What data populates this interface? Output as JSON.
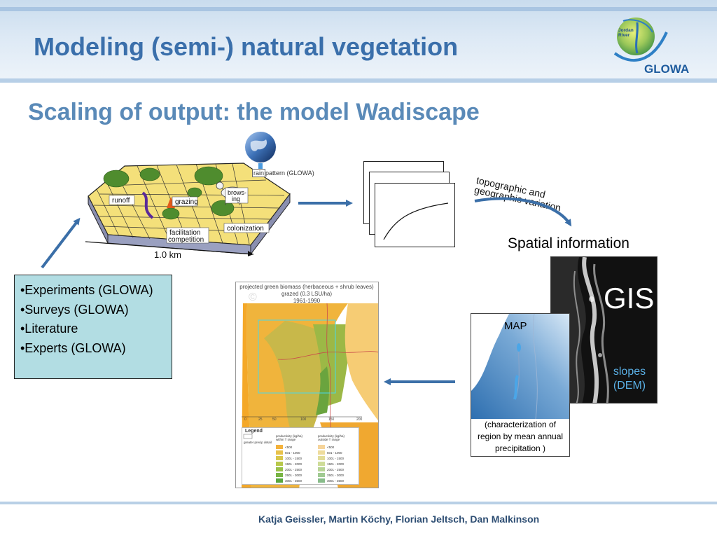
{
  "header": {
    "title": "Modeling (semi-) natural vegetation",
    "logo": {
      "text": "GLOWA",
      "caption_line1": "Jordan",
      "caption_line2": "River"
    }
  },
  "subtitle": "Scaling of output: the model Wadiscape",
  "model_figure": {
    "labels": {
      "runoff": "runoff",
      "grazing": "grazing",
      "browsing": "brows-\ning",
      "colonization": "colonization",
      "facilitation": "facilitation",
      "competition": "competition",
      "rain": "rain",
      "rain_suffix": "pattern (GLOWA)"
    },
    "scale_label": "1.0 km"
  },
  "curve_arrow_label": {
    "line1": "topographic and",
    "line2": "geographic variation"
  },
  "spatial_information": "Spatial information",
  "gis": {
    "label": "GIS",
    "slopes_line1": "slopes",
    "slopes_line2": "(DEM)"
  },
  "map_panel": {
    "label": "MAP",
    "caption": "(characterization of region by mean annual precipitation )"
  },
  "input_sources": [
    "•Experiments (GLOWA)",
    "•Surveys (GLOWA)",
    "•Literature",
    "•Experts (GLOWA)"
  ],
  "result_map": {
    "title_line1": "projected green biomass (herbaceous + shrub leaves)",
    "title_line2": "grazed (0.3 LSU/ha)",
    "title_line3": "1961-1990",
    "copyright": "©",
    "legend": {
      "title": "Legend",
      "col1_header": "productivity (kg/ha) within T range",
      "col2_header": "productivity (kg/ha) outside T range",
      "row_label": "greater precip detail",
      "ranges": [
        "<500",
        "501 - 1000",
        "1001 - 1500",
        "1501 - 2000",
        "2001 - 2500",
        "2501 - 3000",
        "3001 - 3500"
      ],
      "colors_within": [
        "#f4b23c",
        "#e8c24a",
        "#d8c64a",
        "#b8c84a",
        "#98c048",
        "#78b444",
        "#58a63e"
      ],
      "colors_outside": [
        "#f6d49a",
        "#eedc9c",
        "#e2dc98",
        "#cedc98",
        "#b8d496",
        "#a0ca92",
        "#88bc8a"
      ]
    },
    "scale_ticks": [
      "0",
      "25",
      "50",
      "100",
      "150",
      "200"
    ]
  },
  "footer": {
    "credit": "Katja Geissler, Martin Köchy, Florian Jeltsch, Dan Malkinson"
  },
  "colors": {
    "title": "#3a6fab",
    "subtitle": "#5a8ab8",
    "arrow": "#3b6fa8",
    "input_box": "#b2dde3",
    "slopes": "#5ab0e6"
  }
}
